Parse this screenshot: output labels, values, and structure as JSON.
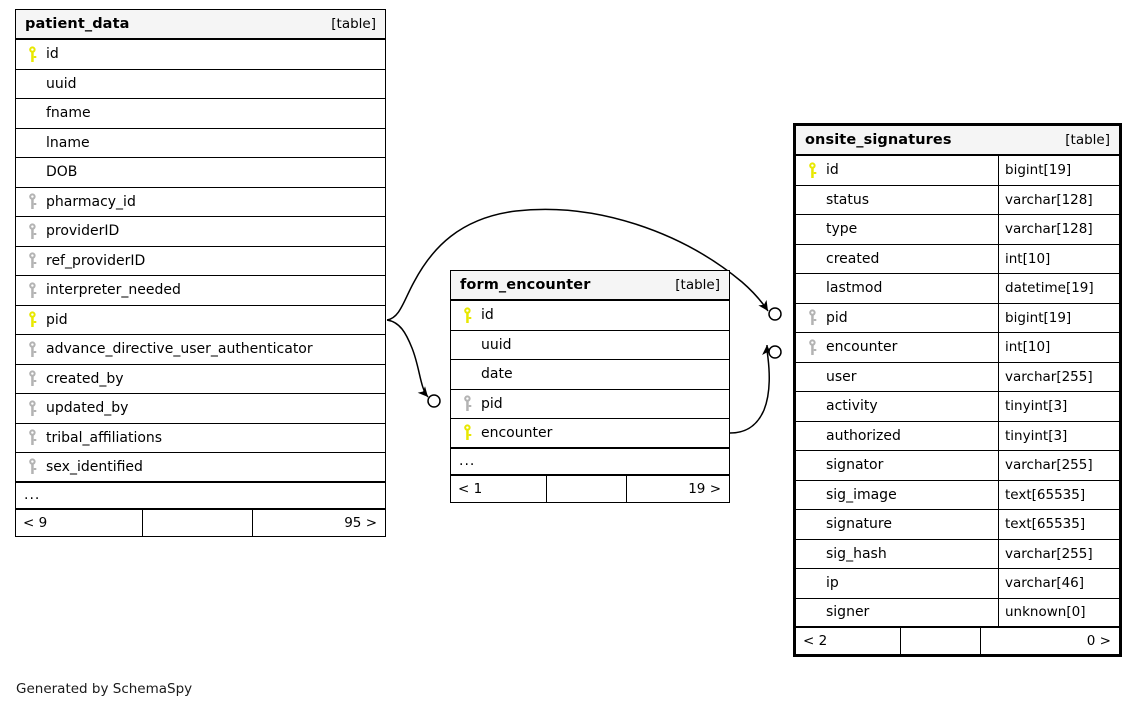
{
  "diagram": {
    "credit": "Generated by SchemaSpy",
    "table_tag": "[table]",
    "ellipsis": "...",
    "key_icon_primary": "primary-key-icon",
    "key_icon_foreign": "foreign-key-icon",
    "colors": {
      "primary_key": "#e8e800",
      "foreign_key": "#b3b3b3",
      "header_bg": "#f5f5f5",
      "border": "#000000",
      "background": "#ffffff",
      "text": "#000000"
    }
  },
  "tables": [
    {
      "name": "patient_data",
      "tag": "[table]",
      "highlight": false,
      "show_types": false,
      "columns": [
        {
          "name": "id",
          "key": "primary",
          "type": ""
        },
        {
          "name": "uuid",
          "key": "none",
          "type": ""
        },
        {
          "name": "fname",
          "key": "none",
          "type": ""
        },
        {
          "name": "lname",
          "key": "none",
          "type": ""
        },
        {
          "name": "DOB",
          "key": "none",
          "type": ""
        },
        {
          "name": "pharmacy_id",
          "key": "foreign",
          "type": ""
        },
        {
          "name": "providerID",
          "key": "foreign",
          "type": ""
        },
        {
          "name": "ref_providerID",
          "key": "foreign",
          "type": ""
        },
        {
          "name": "interpreter_needed",
          "key": "foreign",
          "type": ""
        },
        {
          "name": "pid",
          "key": "primary",
          "type": ""
        },
        {
          "name": "advance_directive_user_authenticator",
          "key": "foreign",
          "type": ""
        },
        {
          "name": "created_by",
          "key": "foreign",
          "type": ""
        },
        {
          "name": "updated_by",
          "key": "foreign",
          "type": ""
        },
        {
          "name": "tribal_affiliations",
          "key": "foreign",
          "type": ""
        },
        {
          "name": "sex_identified",
          "key": "foreign",
          "type": ""
        }
      ],
      "more_indicator": "...",
      "footer": {
        "left": "< 9",
        "middle": "",
        "right": "95 >"
      }
    },
    {
      "name": "form_encounter",
      "tag": "[table]",
      "highlight": false,
      "show_types": false,
      "columns": [
        {
          "name": "id",
          "key": "primary",
          "type": ""
        },
        {
          "name": "uuid",
          "key": "none",
          "type": ""
        },
        {
          "name": "date",
          "key": "none",
          "type": ""
        },
        {
          "name": "pid",
          "key": "foreign",
          "type": ""
        },
        {
          "name": "encounter",
          "key": "primary",
          "type": ""
        }
      ],
      "more_indicator": "...",
      "footer": {
        "left": "< 1",
        "middle": "",
        "right": "19 >"
      }
    },
    {
      "name": "onsite_signatures",
      "tag": "[table]",
      "highlight": true,
      "show_types": true,
      "columns": [
        {
          "name": "id",
          "key": "primary",
          "type": "bigint[19]"
        },
        {
          "name": "status",
          "key": "none",
          "type": "varchar[128]"
        },
        {
          "name": "type",
          "key": "none",
          "type": "varchar[128]"
        },
        {
          "name": "created",
          "key": "none",
          "type": "int[10]"
        },
        {
          "name": "lastmod",
          "key": "none",
          "type": "datetime[19]"
        },
        {
          "name": "pid",
          "key": "foreign",
          "type": "bigint[19]"
        },
        {
          "name": "encounter",
          "key": "foreign",
          "type": "int[10]"
        },
        {
          "name": "user",
          "key": "none",
          "type": "varchar[255]"
        },
        {
          "name": "activity",
          "key": "none",
          "type": "tinyint[3]"
        },
        {
          "name": "authorized",
          "key": "none",
          "type": "tinyint[3]"
        },
        {
          "name": "signator",
          "key": "none",
          "type": "varchar[255]"
        },
        {
          "name": "sig_image",
          "key": "none",
          "type": "text[65535]"
        },
        {
          "name": "signature",
          "key": "none",
          "type": "text[65535]"
        },
        {
          "name": "sig_hash",
          "key": "none",
          "type": "varchar[255]"
        },
        {
          "name": "ip",
          "key": "none",
          "type": "varchar[46]"
        },
        {
          "name": "signer",
          "key": "none",
          "type": "unknown[0]"
        }
      ],
      "more_indicator": "",
      "footer": {
        "left": "< 2",
        "middle": "",
        "right": "0 >"
      }
    }
  ],
  "relationships": [
    {
      "from": "patient_data.pid",
      "to": "onsite_signatures.pid"
    },
    {
      "from": "patient_data.pid",
      "to": "form_encounter.pid"
    },
    {
      "from": "form_encounter.encounter",
      "to": "onsite_signatures.encounter"
    }
  ]
}
